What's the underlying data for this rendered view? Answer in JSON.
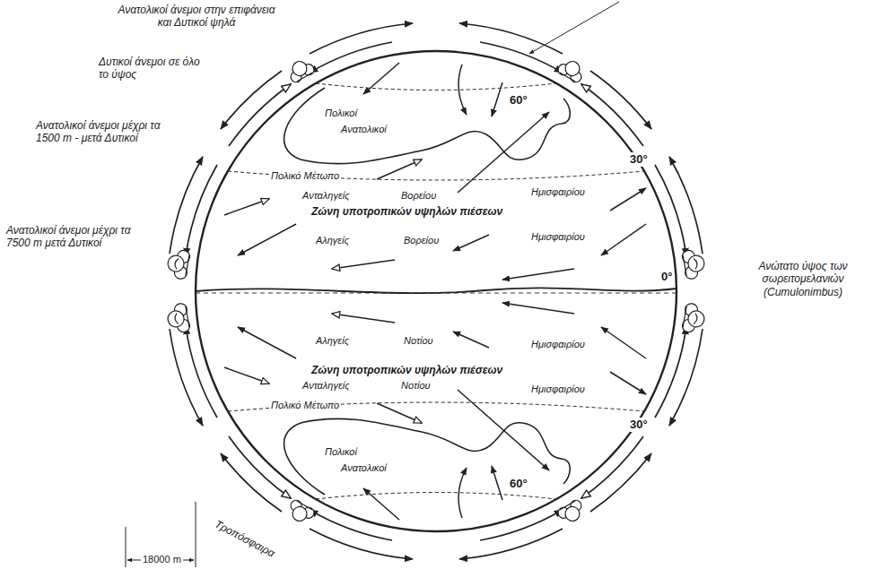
{
  "diagram": {
    "labels": [
      "Ανατολικοί άνεμοι στην επιφάνεια και Δυτικοί ψηλά",
      "Πολικοί",
      "Ανατολικοί",
      "60°",
      "Δυτικοί άνεμοι σε όλο το ύψος",
      "Πολικό Μέτωπο",
      "Ανατολικοί άνεμοι μέχρι τα 1500 m - μετά Δυτικοί",
      "Ανταληγείς",
      "Βορείου",
      "Ημισφαιρίου",
      "30°",
      "Ζώνη υποτροπικών υψηλών πιέσεων",
      "Ανατολικοί άνεμοι μέχρι τα 7500 m μετά Δυτικοί",
      "Αληγείς",
      "Βορείου",
      "Ημισφαιρίου",
      "0°",
      "Ανώτατο ύψος των σωρειτομελανιών (Cumulonimbus)",
      "Αληγείς",
      "Νοτίου",
      "Ημισφαιρίου",
      "Ζώνη υποτροπικών υψηλών πιέσεων",
      "30°",
      "Ανταληγείς",
      "Νοτίου",
      "Ημισφαιρίου",
      "Πολικοί",
      "Ανατολικοί",
      "60°",
      "Πολικό Μέτωπο",
      "18000 m",
      "Τροπόσφαιρα"
    ]
  }
}
